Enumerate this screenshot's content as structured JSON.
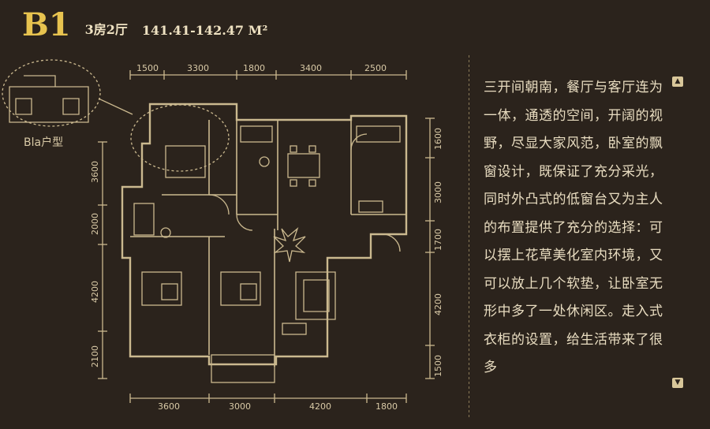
{
  "header": {
    "unit_code": "B1",
    "layout": "3房2厅",
    "area": "141.41-142.47 M²"
  },
  "inset": {
    "label": "Bla户型"
  },
  "dimensions": {
    "top": [
      "1500",
      "3300",
      "1800",
      "3400",
      "2500"
    ],
    "bottom": [
      "3600",
      "3000",
      "4200",
      "1800"
    ],
    "left": [
      "3600",
      "2000",
      "4200",
      "2100"
    ],
    "right": [
      "1600",
      "3000",
      "1700",
      "4200",
      "1500"
    ]
  },
  "description": "三开间朝南，餐厅与客厅连为一体，通透的空间，开阔的视野，尽显大家风范，卧室的飘窗设计，既保证了充分采光，同时外凸式的低窗台又为主人的布置提供了充分的选择：可以摆上花草美化室内环境，又可以放上几个软垫，让卧室无形中多了一处休闲区。走入式衣柜的设置，给生活带来了很多",
  "colors": {
    "background": "#2b231c",
    "line": "#cbb98f",
    "accent": "#e7c34f"
  },
  "icons": {
    "scroll_up": "▲",
    "scroll_down": "▼"
  }
}
